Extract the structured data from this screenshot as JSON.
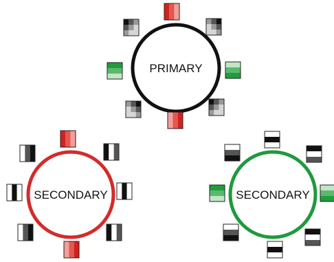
{
  "colors": {
    "primary_ring": "#111111",
    "secondary_left_ring": "#d52b2b",
    "secondary_right_ring": "#1f9a3d",
    "red_shades": [
      "#d42020",
      "#e4584f",
      "#f0a09a"
    ],
    "green_shades": [
      "#1e9e3c",
      "#5bb96c",
      "#c2e5c6"
    ],
    "gray_shades": [
      "#111111",
      "#555555",
      "#999999",
      "#d6d6d6"
    ]
  },
  "clusters": [
    {
      "id": "primary",
      "label": "PRIMARY",
      "ring_color_key": "primary_ring",
      "swatches": [
        {
          "name": "red-vertical-gradient-icon"
        },
        {
          "name": "gray-checker-icon"
        },
        {
          "name": "gray-checker-icon"
        },
        {
          "name": "green-horizontal-gradient-icon"
        },
        {
          "name": "gray-checker-icon"
        },
        {
          "name": "red-vertical-gradient-icon"
        },
        {
          "name": "gray-checker-icon"
        },
        {
          "name": "green-horizontal-gradient-icon"
        }
      ]
    },
    {
      "id": "secondary-left",
      "label": "SECONDARY",
      "ring_color_key": "secondary_left_ring",
      "swatches": [
        {
          "name": "red-vertical-gradient-icon"
        },
        {
          "name": "black-vertical-stripes-icon"
        },
        {
          "name": "black-vertical-stripes-icon"
        },
        {
          "name": "black-vertical-stripes-icon"
        },
        {
          "name": "black-vertical-stripes-icon"
        },
        {
          "name": "red-vertical-gradient-icon"
        },
        {
          "name": "black-vertical-stripes-icon"
        },
        {
          "name": "black-vertical-stripes-icon"
        }
      ]
    },
    {
      "id": "secondary-right",
      "label": "SECONDARY",
      "ring_color_key": "secondary_right_ring",
      "swatches": [
        {
          "name": "black-horizontal-stripes-icon"
        },
        {
          "name": "black-horizontal-stripes-icon"
        },
        {
          "name": "black-horizontal-stripes-icon"
        },
        {
          "name": "green-horizontal-gradient-icon"
        },
        {
          "name": "black-horizontal-stripes-icon"
        },
        {
          "name": "black-horizontal-stripes-icon"
        },
        {
          "name": "black-horizontal-stripes-icon"
        },
        {
          "name": "green-horizontal-gradient-icon"
        }
      ]
    }
  ]
}
